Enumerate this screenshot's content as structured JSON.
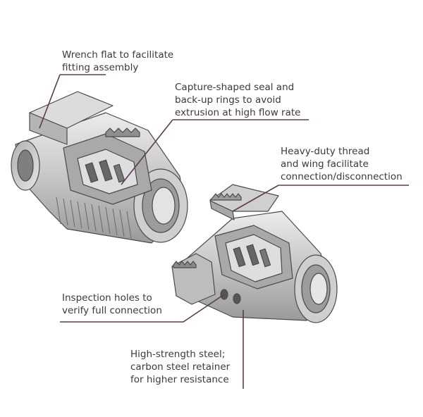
{
  "colors": {
    "leader_line": "#5b3a55",
    "metal_light": "#d9d9d9",
    "metal_mid": "#b8b8b8",
    "metal_dark": "#8a8a8a",
    "outline": "#4a4a4a",
    "text": "#3a3a3a"
  },
  "callouts": [
    {
      "lines": [
        "Wrench flat to facilitate",
        "fitting assembly"
      ]
    },
    {
      "lines": [
        "Capture-shaped seal and",
        "back-up rings to avoid",
        "extrusion at high flow rate"
      ]
    },
    {
      "lines": [
        "Heavy-duty thread",
        "and wing facilitate",
        "connection/disconnection"
      ]
    },
    {
      "lines": [
        "Inspection holes to",
        "verify full connection"
      ]
    },
    {
      "lines": [
        "High-strength steel;",
        "carbon steel retainer",
        "for higher resistance"
      ]
    }
  ]
}
